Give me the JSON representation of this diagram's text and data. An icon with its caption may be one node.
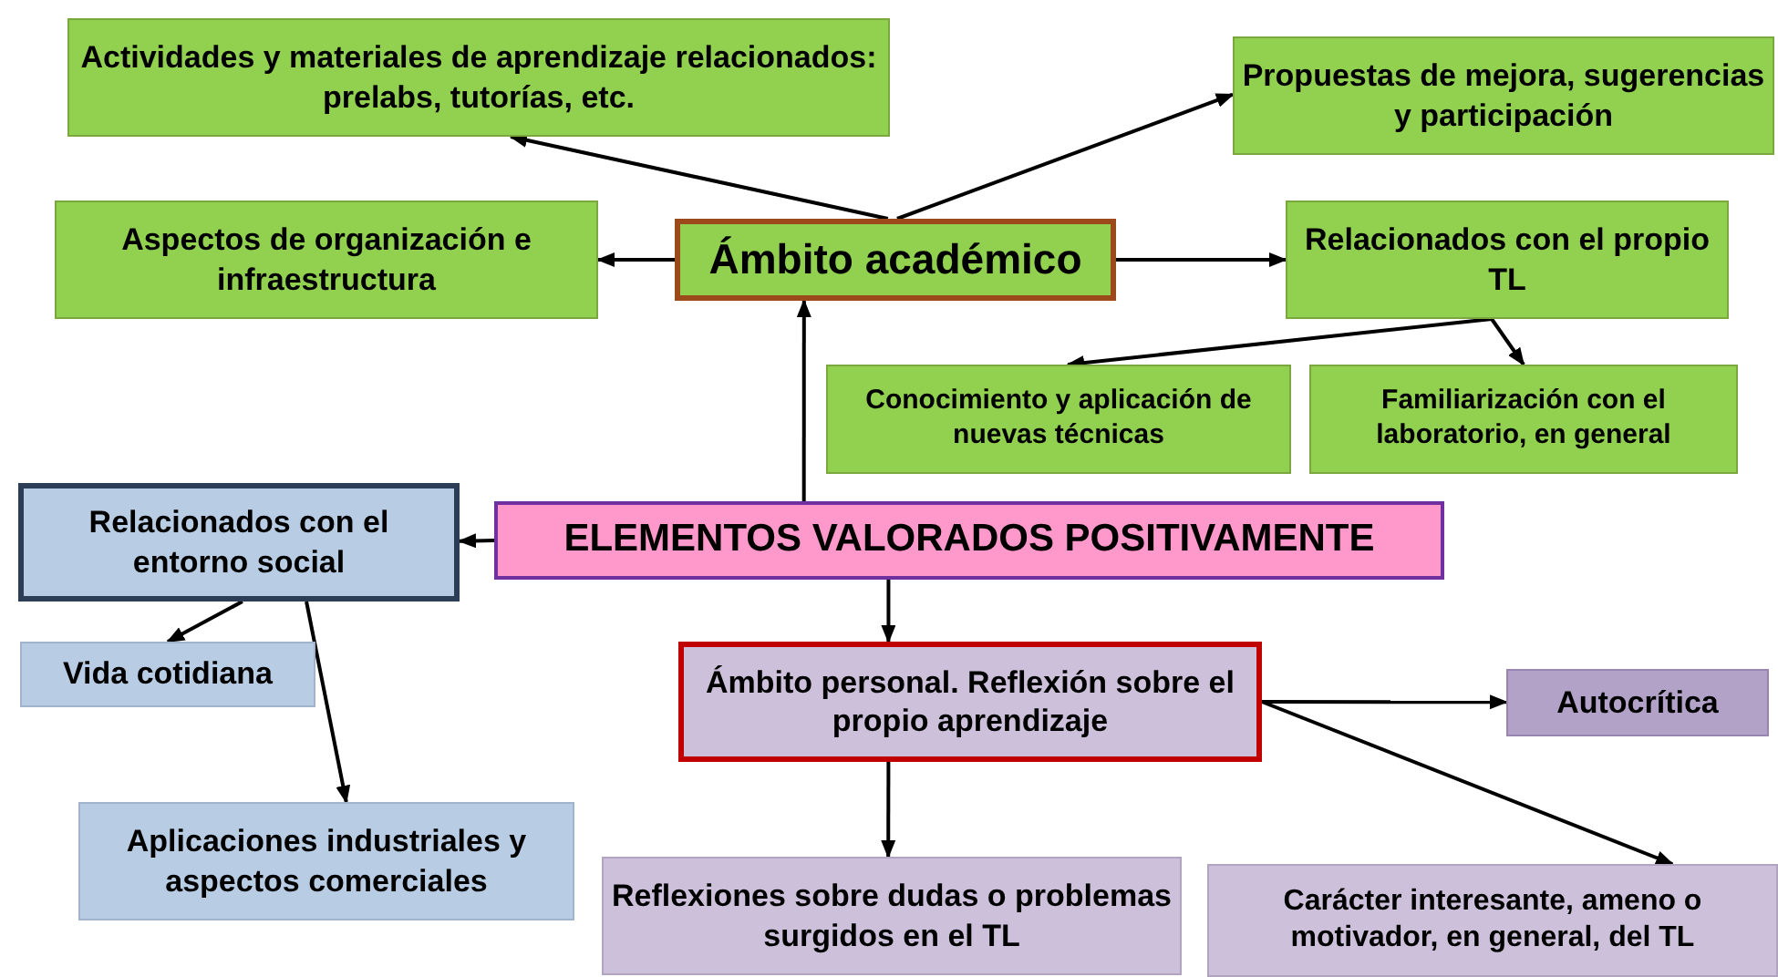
{
  "diagram": {
    "nodes": [
      {
        "text": [
          "Actividades y materiales de aprendizaje relacionados: prelabs, tutorías, etc."
        ]
      },
      {
        "text": [
          "Propuestas de mejora, sugerencias y participación"
        ]
      },
      {
        "text": [
          "Aspectos de organización e infraestructura"
        ]
      },
      {
        "text": [
          "Ámbito académico"
        ]
      },
      {
        "text": [
          "Relacionados con el propio TL"
        ]
      },
      {
        "text": [
          "Conocimiento y aplicación de nuevas técnicas"
        ]
      },
      {
        "text": [
          "Familiarización con el laboratorio, en general"
        ]
      },
      {
        "text": [
          "Relacionados con el entorno social"
        ]
      },
      {
        "text": [
          "ELEMENTOS VALORADOS POSITIVAMENTE"
        ]
      },
      {
        "text": [
          "Vida cotidiana"
        ]
      },
      {
        "text": [
          "Aplicaciones industriales y aspectos comerciales"
        ]
      },
      {
        "text": [
          "Ámbito personal. Reflexión sobre el propio aprendizaje"
        ]
      },
      {
        "text": [
          "Autocrítica"
        ]
      },
      {
        "text": [
          "Reflexiones sobre dudas o problemas surgidos en el TL"
        ]
      },
      {
        "text": [
          "Carácter interesante, ameno o motivador, en general, del TL"
        ]
      }
    ],
    "edges": [
      {
        "from": 8,
        "to": 3,
        "arrow": "to"
      },
      {
        "from": 3,
        "to": 0,
        "arrow": "to"
      },
      {
        "from": 3,
        "to": 1,
        "arrow": "to"
      },
      {
        "from": 3,
        "to": 2,
        "arrow": "to"
      },
      {
        "from": 3,
        "to": 4,
        "arrow": "to"
      },
      {
        "from": 4,
        "to": 5,
        "arrow": "to"
      },
      {
        "from": 4,
        "to": 6,
        "arrow": "to"
      },
      {
        "from": 8,
        "to": 7,
        "arrow": "to"
      },
      {
        "from": 7,
        "to": 9,
        "arrow": "to"
      },
      {
        "from": 7,
        "to": 10,
        "arrow": "to"
      },
      {
        "from": 8,
        "to": 11,
        "arrow": "to"
      },
      {
        "from": 11,
        "to": 12,
        "arrow": "to"
      },
      {
        "from": 11,
        "to": 13,
        "arrow": "to"
      },
      {
        "from": 11,
        "to": 14,
        "arrow": "to"
      }
    ]
  }
}
